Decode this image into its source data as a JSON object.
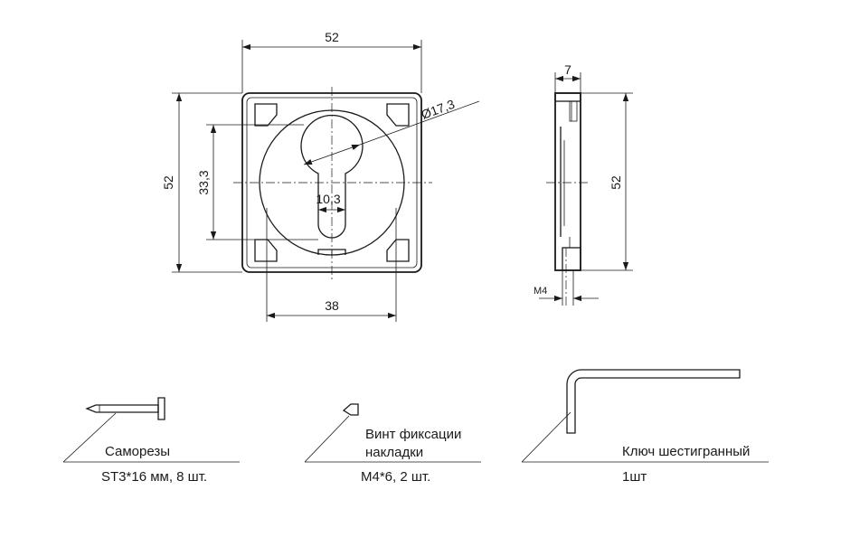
{
  "front_view": {
    "dim_width": "52",
    "dim_height": "52",
    "dim_inner_height": "33,3",
    "dim_diameter": "Ø17,3",
    "dim_slot_width": "10,3",
    "dim_bottom_width": "38"
  },
  "side_view": {
    "dim_thickness": "7",
    "dim_height": "52",
    "dim_thread": "M4"
  },
  "parts": [
    {
      "name": "Саморезы",
      "spec": "ST3*16 мм, 8 шт."
    },
    {
      "name_line1": "Винт фиксации",
      "name_line2": "накладки",
      "spec": "M4*6, 2 шт."
    },
    {
      "name": "Ключ шестигранный",
      "spec": "1шт"
    }
  ]
}
